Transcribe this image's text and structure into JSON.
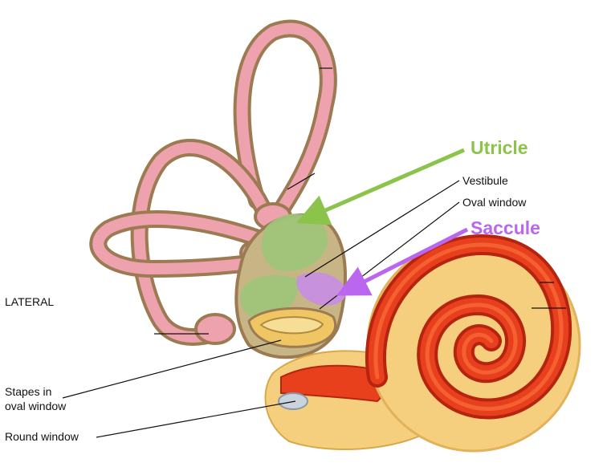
{
  "labels": {
    "lateral": "LATERAL",
    "stapes_line1": "Stapes in",
    "stapes_line2": "oval window",
    "round_window": "Round window",
    "vestibule": "Vestibule",
    "oval_window": "Oval window"
  },
  "highlights": {
    "utricle": {
      "text": "Utricle",
      "color": "#8cc34b"
    },
    "saccule": {
      "text": "Saccule",
      "color": "#bb66ee"
    }
  },
  "colors": {
    "canal_outer": "#9c7a52",
    "canal_inner": "#eda2ad",
    "cochlea_outer": "#f6cf7e",
    "cochlea_inner": "#e8401c",
    "cochlea_dark": "#b52410",
    "bone": "#efc663",
    "leader": "#111111"
  }
}
